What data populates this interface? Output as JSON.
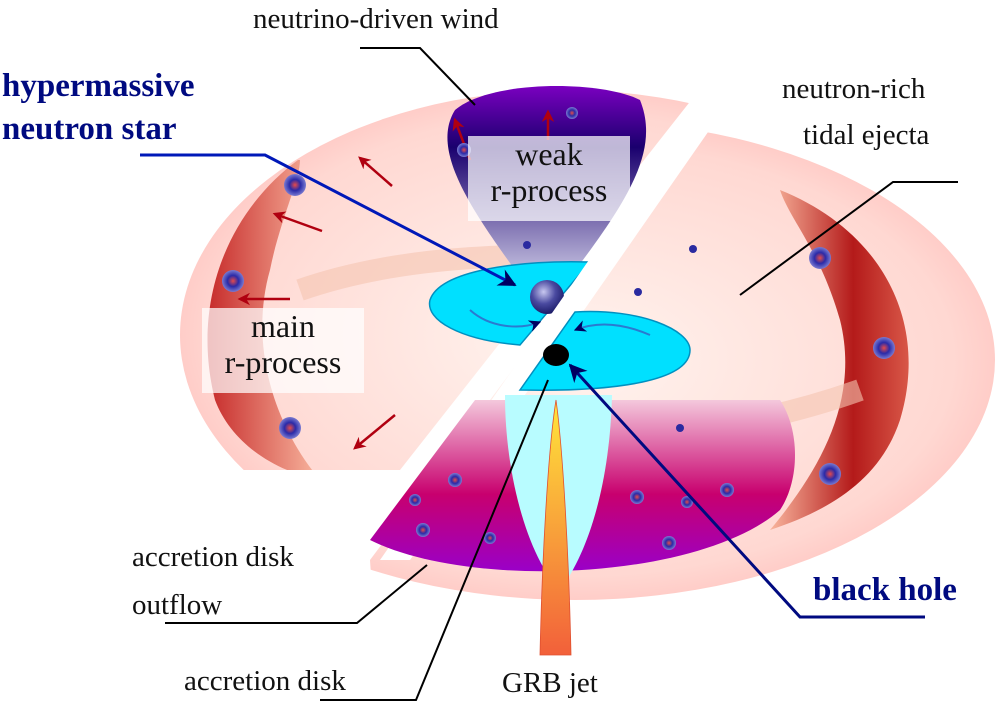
{
  "title": "Neutron star merger remnant and r-process nucleosynthesis sites",
  "labels": {
    "neutrino_wind": "neutrino-driven wind",
    "hmns_line1": "hypermassive",
    "hmns_line2": "neutron star",
    "tidal_line1": "neutron-rich",
    "tidal_line2": "tidal ejecta",
    "weak_line1": "weak",
    "weak_line2": "r-process",
    "main_line1": "main",
    "main_line2": "r-process",
    "outflow_line1": "accretion disk",
    "outflow_line2": "outflow",
    "accretion_disk": "accretion disk",
    "grb_jet": "GRB jet",
    "black_hole": "black hole"
  },
  "colors": {
    "label_blue": "#000a80",
    "arrow_red": "#b00010",
    "disk_cyan": "#00e5ff",
    "wind_purple": "#6a00b8",
    "outflow_magenta": "#c8006e",
    "ejecta_pink": "#ffc9c4",
    "jet_orange": "#f26a30"
  }
}
